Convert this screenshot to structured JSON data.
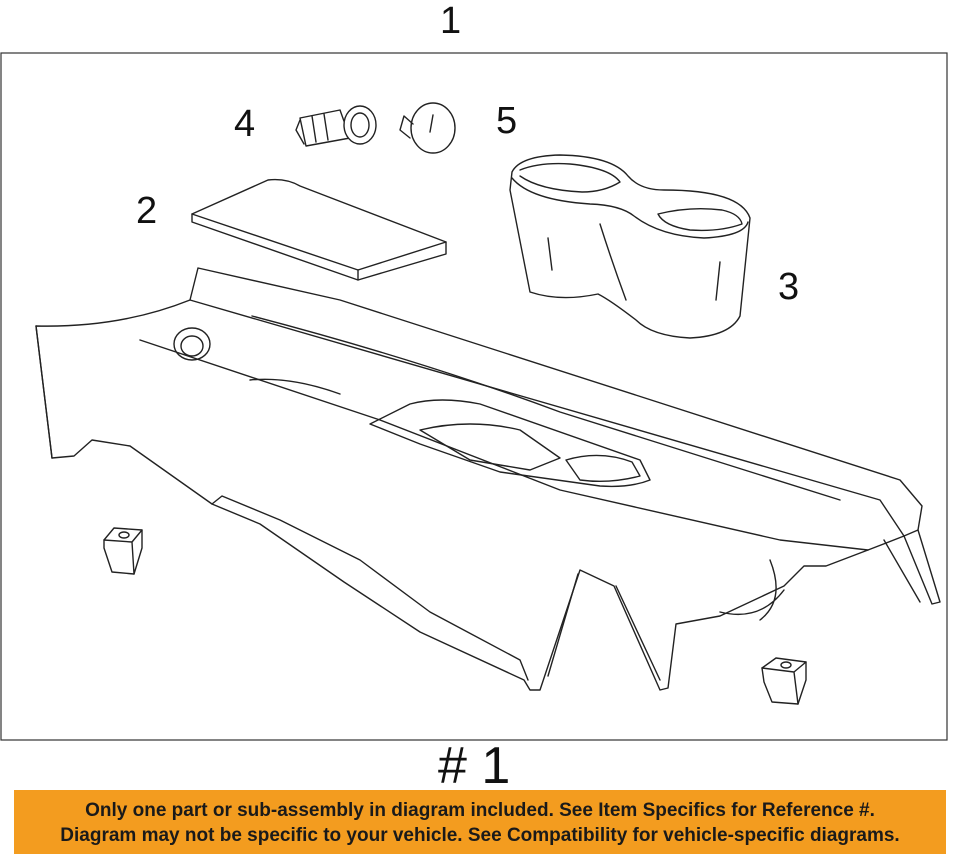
{
  "diagram": {
    "top_label": "1",
    "callouts": {
      "c2": "2",
      "c3": "3",
      "c4": "4",
      "c5": "5"
    },
    "part_number": "# 1"
  },
  "notice": {
    "line1": "Only one part or sub-assembly in diagram included. See Item Specifics for Reference #.",
    "line2": "Diagram may not be specific to your vehicle. See Compatibility for vehicle-specific diagrams.",
    "background_color": "#f39c1f"
  }
}
